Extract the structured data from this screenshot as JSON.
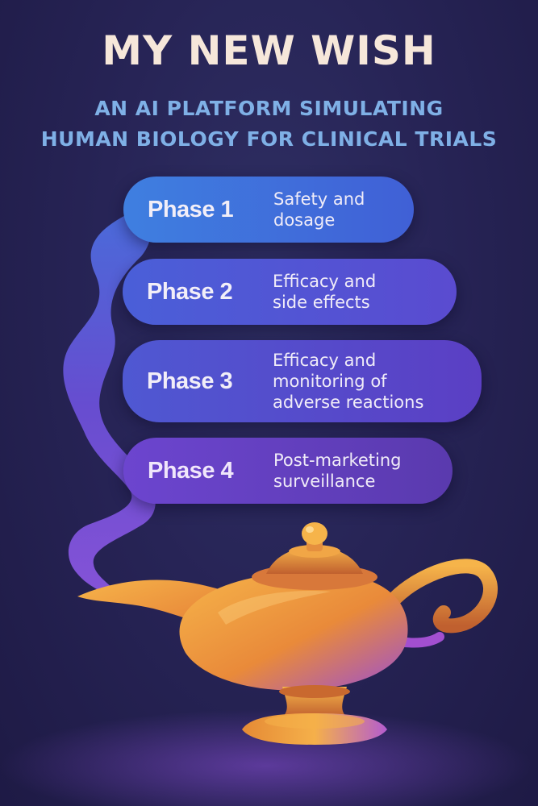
{
  "poster": {
    "title": "MY NEW WISH",
    "subtitle_line1": "AN AI PLATFORM SIMULATING",
    "subtitle_line2": "HUMAN BIOLOGY FOR CLINICAL TRIALS"
  },
  "phases": [
    {
      "label": "Phase 1",
      "description": "Safety and\ndosage"
    },
    {
      "label": "Phase 2",
      "description": "Efficacy and\nside effects"
    },
    {
      "label": "Phase 3",
      "description": "Efficacy and\nmonitoring of\nadverse reactions"
    },
    {
      "label": "Phase 4",
      "description": "Post-marketing\nsurveillance"
    }
  ],
  "colors": {
    "background": "#241f4f",
    "title": "#f6e7da",
    "subtitle": "#7fb0e6",
    "lamp_gold": "#f2a23a",
    "lamp_purple": "#8a4fd8",
    "smoke": "#7a4fe0"
  },
  "icons": {
    "lamp": "magic-lamp-illustration",
    "smoke": "genie-smoke-illustration"
  }
}
